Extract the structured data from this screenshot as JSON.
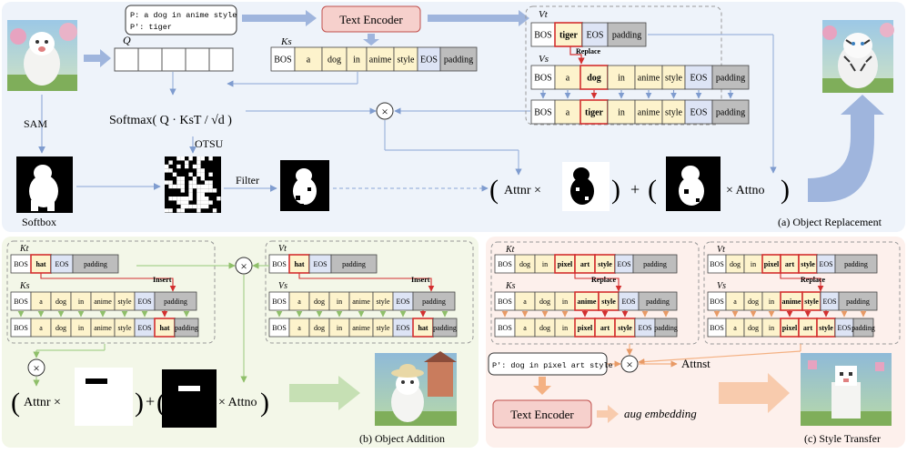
{
  "prompts": {
    "a": {
      "p": "P: a dog in anime style",
      "p_prime": "P′: tiger"
    },
    "b": {
      "p_prime": "P′: dog in pixel art style"
    }
  },
  "labels": {
    "text_encoder": "Text Encoder",
    "q": "Q",
    "ks": "Ks",
    "kt": "Kt",
    "vt": "Vt",
    "vs": "Vs",
    "sam": "SAM",
    "otsu": "OTSU",
    "filter": "Filter",
    "softbox": "Softbox",
    "replace": "Replace",
    "insert": "Insert",
    "softmax_formula": "Softmax( Q · KsT / √d )",
    "attn_r": "Attnr ×",
    "attn_o": "× Attno",
    "attn_st": "Attnst",
    "aug_embedding": "aug embedding",
    "plus": "+",
    "times": "×"
  },
  "captions": {
    "a": "(a) Object Replacement",
    "b": "(b) Object Addition",
    "c": "(c) Style Transfer"
  },
  "tokens": {
    "ks": [
      "BOS",
      "a",
      "dog",
      "in",
      "anime",
      "style",
      "EOS",
      "padding"
    ],
    "vt_a": [
      "BOS",
      "tiger",
      "EOS",
      "padding"
    ],
    "vs_a": [
      "BOS",
      "a",
      "dog",
      "in",
      "anime",
      "style",
      "EOS",
      "padding"
    ],
    "out_a": [
      "BOS",
      "a",
      "tiger",
      "in",
      "anime",
      "style",
      "EOS",
      "padding"
    ],
    "kt_b": [
      "BOS",
      "hat",
      "EOS",
      "padding"
    ],
    "ks_b": [
      "BOS",
      "a",
      "dog",
      "in",
      "anime",
      "style",
      "EOS",
      "padding"
    ],
    "out_b": [
      "BOS",
      "a",
      "dog",
      "in",
      "anime",
      "style",
      "EOS",
      "hat",
      "padding"
    ],
    "kt_c": [
      "BOS",
      "dog",
      "in",
      "pixel",
      "art",
      "style",
      "EOS",
      "padding"
    ],
    "ks_c": [
      "BOS",
      "a",
      "dog",
      "in",
      "anime",
      "style",
      "EOS",
      "padding"
    ],
    "out_c": [
      "BOS",
      "a",
      "dog",
      "in",
      "pixel",
      "art",
      "style",
      "EOS",
      "padding"
    ]
  },
  "colors": {
    "panel_a": "#eef3fa",
    "panel_b": "#f3f7e8",
    "panel_c": "#fdf0ec",
    "token_fill": "#fdf3cc",
    "eos_fill": "#dde4f5",
    "pad_fill": "#bdbdbd",
    "highlight": "#d32f2f",
    "blue_arrow": "#9fb5dd",
    "green_arrow": "#a9d18e",
    "orange_arrow": "#f4b183"
  }
}
